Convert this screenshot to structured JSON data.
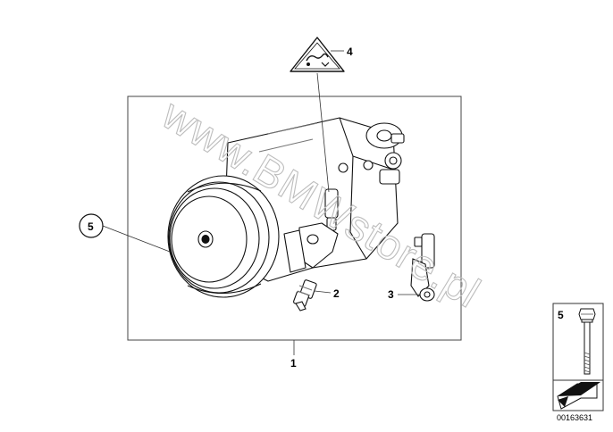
{
  "watermark": {
    "text": "www.BMWstore.pl"
  },
  "callouts": {
    "assembly": "1",
    "sensor": "2",
    "bracket_connector": "3",
    "warning_label": "4",
    "bolt_circled": "5"
  },
  "side_panel": {
    "bolt_number": "5",
    "diagram_id": "00163631"
  },
  "icons": {
    "main": "ac-compressor-illustration",
    "warning": "warning-triangle-icon",
    "bolt": "bolt-icon",
    "arrow": "arrow-right-icon"
  }
}
